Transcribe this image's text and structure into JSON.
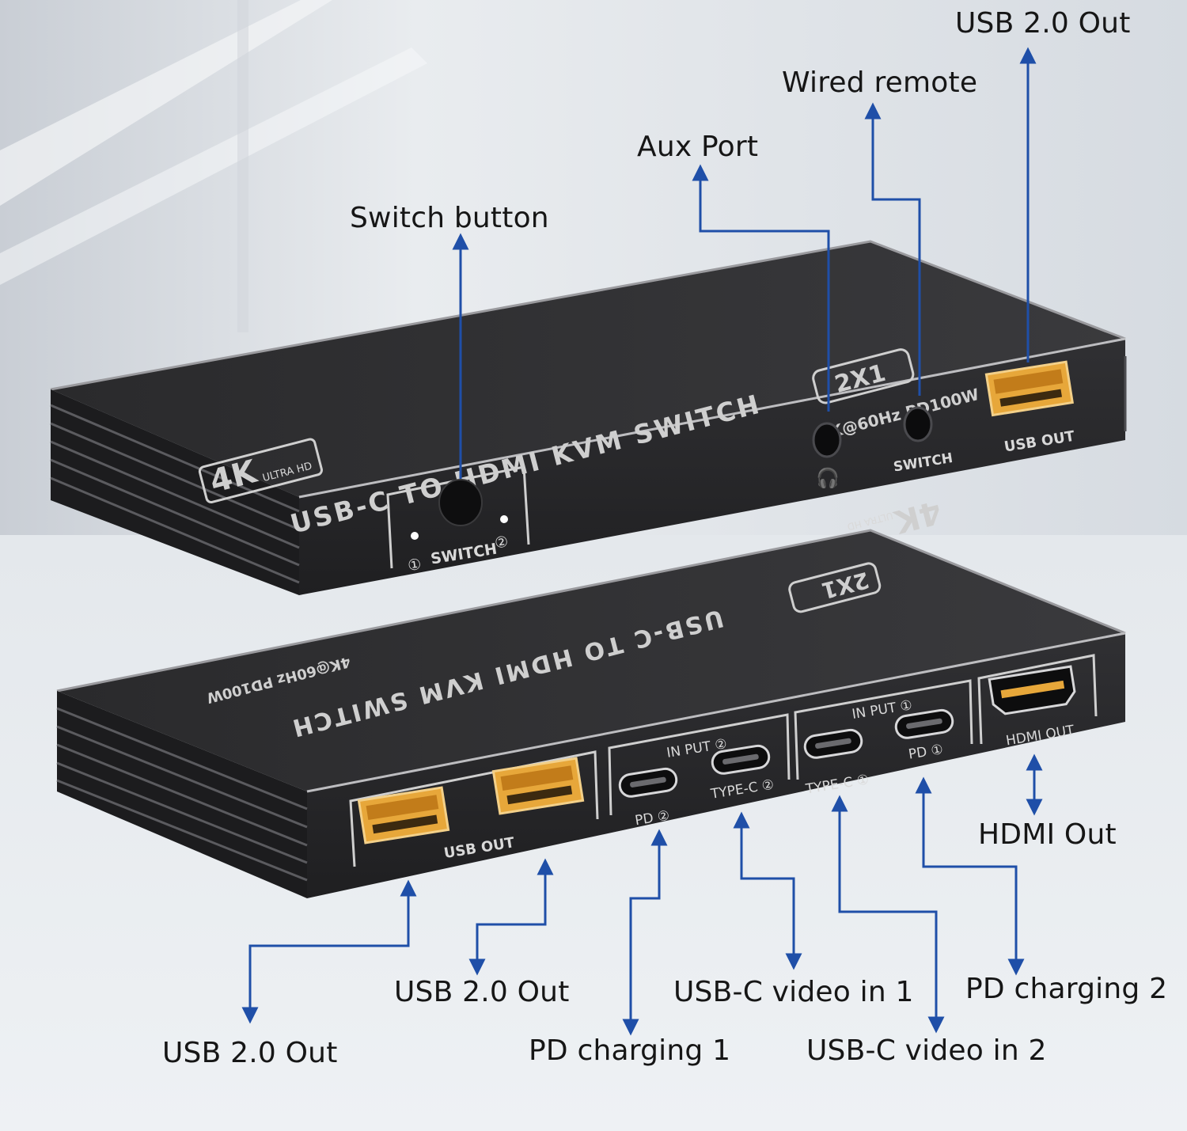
{
  "colors": {
    "background_top": "#dfe3e8",
    "background_bottom": "#e6ebef",
    "device_body": "#2c2c2e",
    "device_top": "#333336",
    "leader_line": "#1f4fa8",
    "usb_port": "#e8a93c",
    "callout_text": "#161616"
  },
  "top_device": {
    "brand_badge": "4K",
    "brand_sub": "ULTRA HD",
    "title": "USB-C TO HDMI KVM SWITCH",
    "size_badge": "2X1",
    "spec": "4K@60Hz  PD100W",
    "button_label": "SWITCH",
    "button_led_1": "①",
    "button_led_2": "②",
    "remote_port_label": "SWITCH",
    "usb_port_label": "USB OUT",
    "headset_icon": "headset-icon"
  },
  "bottom_device": {
    "brand_badge": "4K",
    "brand_sub": "ULTRA HD",
    "title": "USB-C TO HDMI KVM SWITCH",
    "size_badge": "2X1",
    "spec": "4K@60Hz  PD100W",
    "usb_group_label": "USB OUT",
    "input2_label": "IN PUT ②",
    "input2_pd": "PD ②",
    "input2_typec": "TYPE-C ②",
    "input1_label": "IN PUT ①",
    "input1_typec": "TYPE-C ①",
    "input1_pd": "PD ①",
    "hdmi_label": "HDMI OUT"
  },
  "callouts": {
    "usb_out_top": "USB 2.0 Out",
    "wired_remote": "Wired remote",
    "aux_port": "Aux Port",
    "switch_button": "Switch button",
    "hdmi_out": "HDMI Out",
    "usb_out_left": "USB 2.0 Out",
    "usb_out_mid": "USB 2.0 Out",
    "usb_c_video_in_1": "USB-C video in 1",
    "pd_charging_2": "PD charging 2",
    "pd_charging_1": "PD charging 1",
    "usb_c_video_in_2": "USB-C video in 2"
  }
}
